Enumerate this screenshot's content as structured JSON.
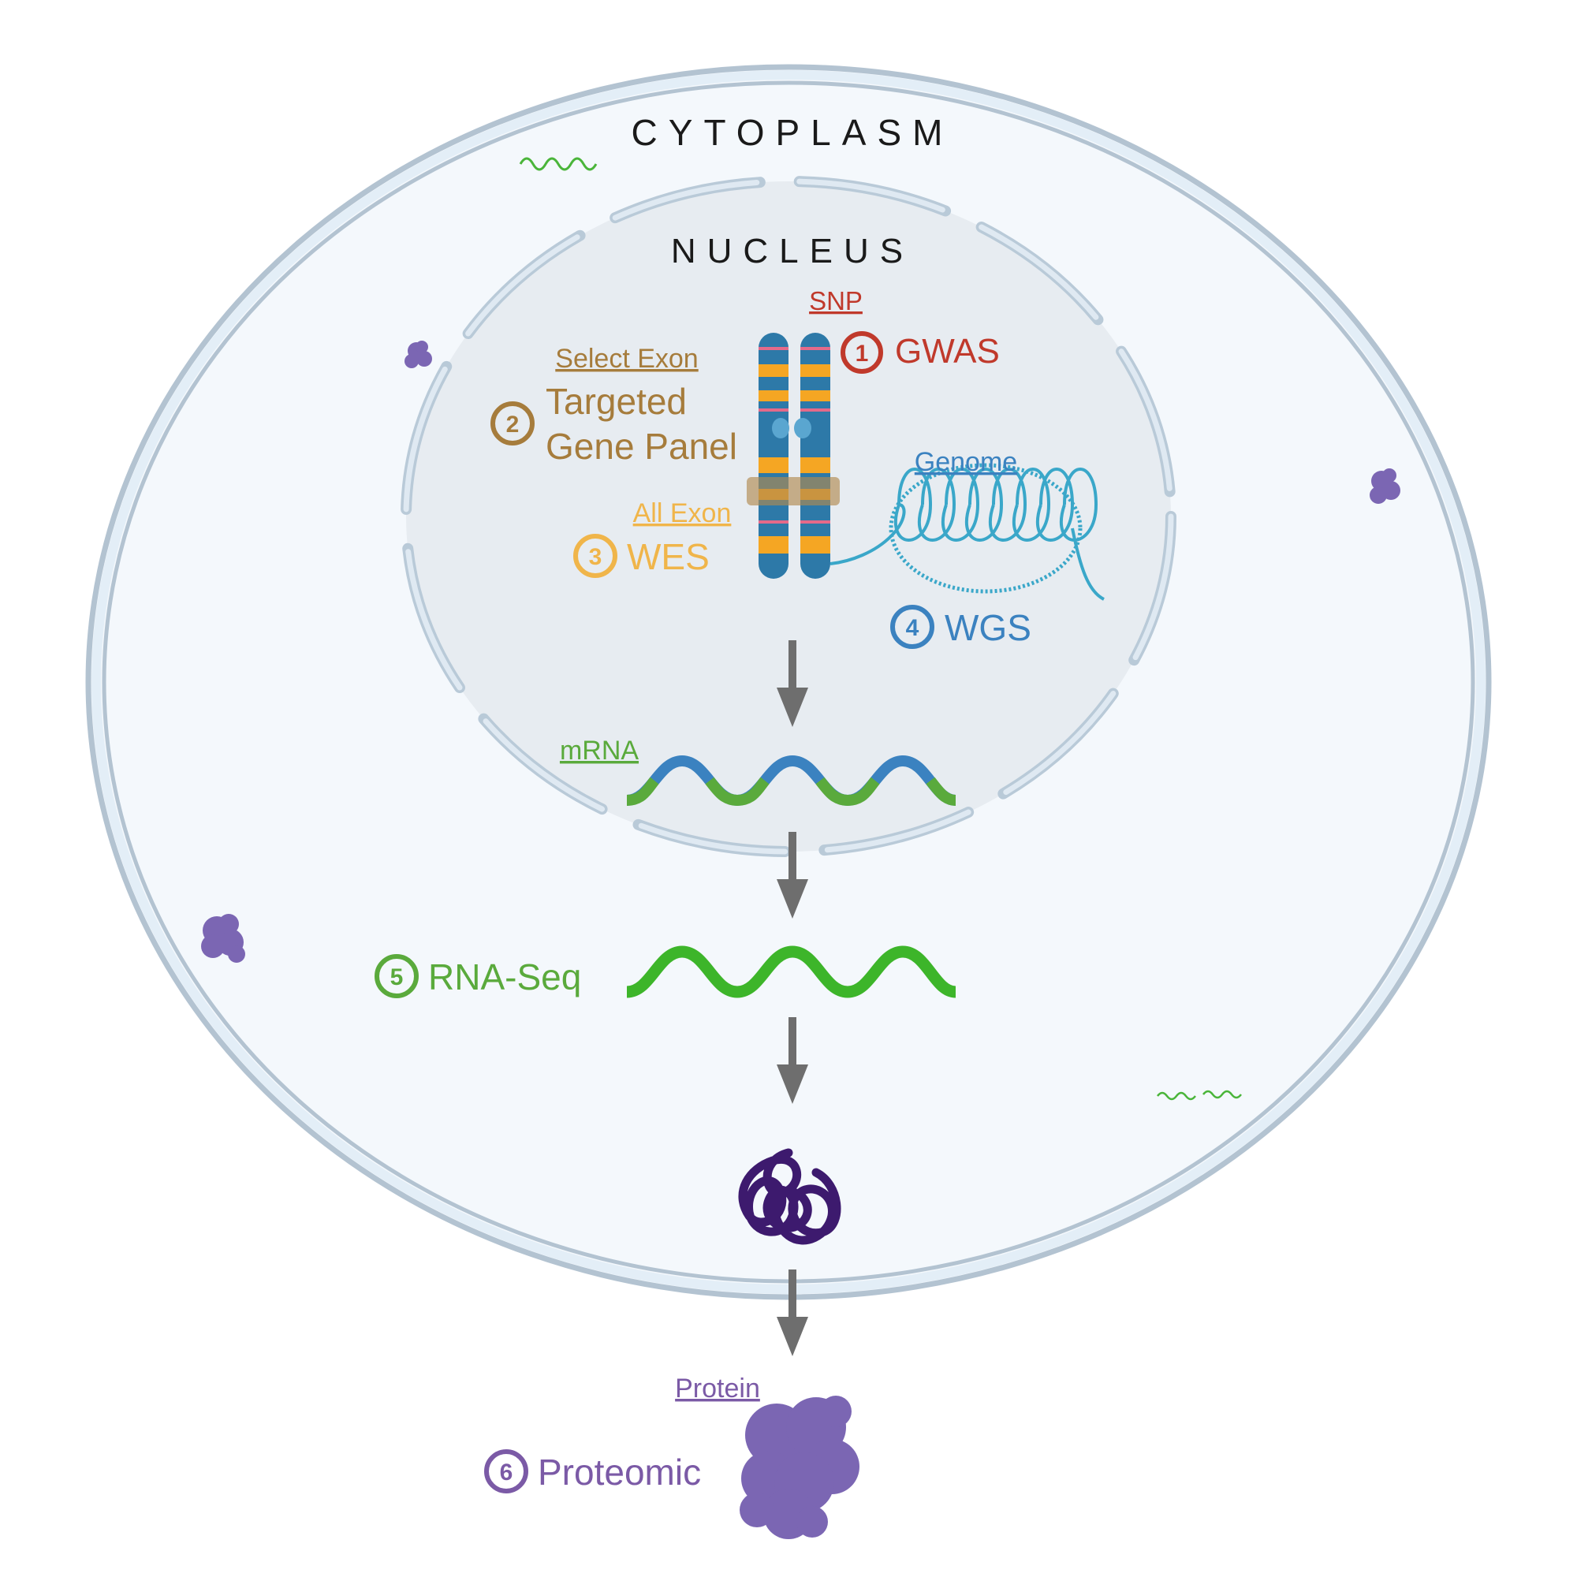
{
  "regions": {
    "cytoplasm": "CYTOPLASM",
    "nucleus": "NUCLEUS"
  },
  "methods": [
    {
      "number": "1",
      "name": "GWAS",
      "target": "SNP",
      "color": "#c0392b"
    },
    {
      "number": "2",
      "name_lines": [
        "Targeted",
        "Gene Panel"
      ],
      "target": "Select Exon",
      "color": "#a67c3c"
    },
    {
      "number": "3",
      "name": "WES",
      "target": "All Exon",
      "color": "#f0b54a"
    },
    {
      "number": "4",
      "name": "WGS",
      "target": "Genome",
      "color": "#3b82c0"
    },
    {
      "number": "5",
      "name": "RNA-Seq",
      "target": "mRNA",
      "color": "#5aaa3c"
    },
    {
      "number": "6",
      "name": "Proteomic",
      "target": "Protein",
      "color": "#7b5aa6"
    }
  ],
  "colors": {
    "membrane": "#b3c3d1",
    "cytoplasm_fill": "#f4f8fc",
    "nucleus_fill": "#e7ecf1",
    "arrow": "#6e6e6e",
    "chromosome_blue": "#2d79a8",
    "chromosome_orange": "#f5a623",
    "dna_coil": "#3aa7c9",
    "rna_green": "#3db52a",
    "protein_purple": "#7b66b3",
    "peptide_dark": "#3d1a6e"
  }
}
